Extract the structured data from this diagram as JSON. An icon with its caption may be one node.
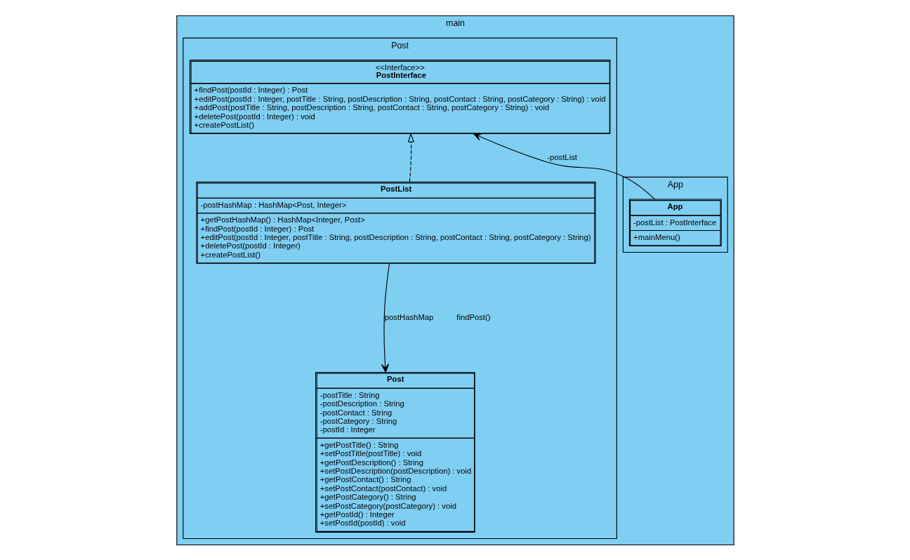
{
  "diagram": {
    "nodes": [
      {
        "text": [
          "main"
        ]
      },
      {
        "text": [
          "App"
        ],
        "in": 0
      },
      {
        "text": [
          "App",
          "-postList : PostInterface",
          "+mainMenu()"
        ],
        "in": 1
      },
      {
        "text": [
          "Post"
        ],
        "in": 0
      },
      {
        "text": [
          "<<Interface>>",
          "PostInterface",
          "+findPost(postId : Integer) : Post",
          "+editPost(postId : Integer, postTitle : String, postDescription : String, postContact : String, postCategory : String) : void",
          "+addPost(postTitle : String, postDescription : String, postContact : String, postCategory : String) : void",
          "+deletePost(postId : Integer) : void",
          "+createPostList()"
        ],
        "in": 3
      },
      {
        "text": [
          "PostList",
          "-postHashMap : HashMap<Post, Integer>",
          "+getPostHashMap() : HashMap<Integer, Post>",
          "+findPost(postId : Integer) : Post",
          "+editPost(postId : Integer, postTitle : String, postDescription : String, postContact : String, postCategory : String)",
          "+deletePost(postId : Integer)",
          "+createPostList()"
        ],
        "in": 3
      },
      {
        "text": [
          "Post",
          "-postTitle : String",
          "-postDescription : String",
          "-postContact : String",
          "-postCategory : String",
          "-postId : Integer",
          "+getPostTitle() : String",
          "+setPostTitle(postTitle) : void",
          "+getPostDescription() : String",
          "+setPostDescription(postDescription) : void",
          "+getPostContact() : String",
          "+setPostContact(postContact) : void",
          "+getPostCategory() : String",
          "+setPostCategory(postCategory) : void",
          "+getPostId() : Integer",
          "+setPostId(postId) : void"
        ],
        "in": 3
      }
    ],
    "edges": [
      {
        "from": 2,
        "to": 4,
        "arrow": "to",
        "label": "-postList"
      },
      {
        "from": 5,
        "to": 4,
        "arrow": "to",
        "style": "dashed"
      },
      {
        "from": 5,
        "to": 6,
        "arrow": "to",
        "label": "postHashMap"
      }
    ],
    "labels": [
      "findPost()"
    ]
  }
}
